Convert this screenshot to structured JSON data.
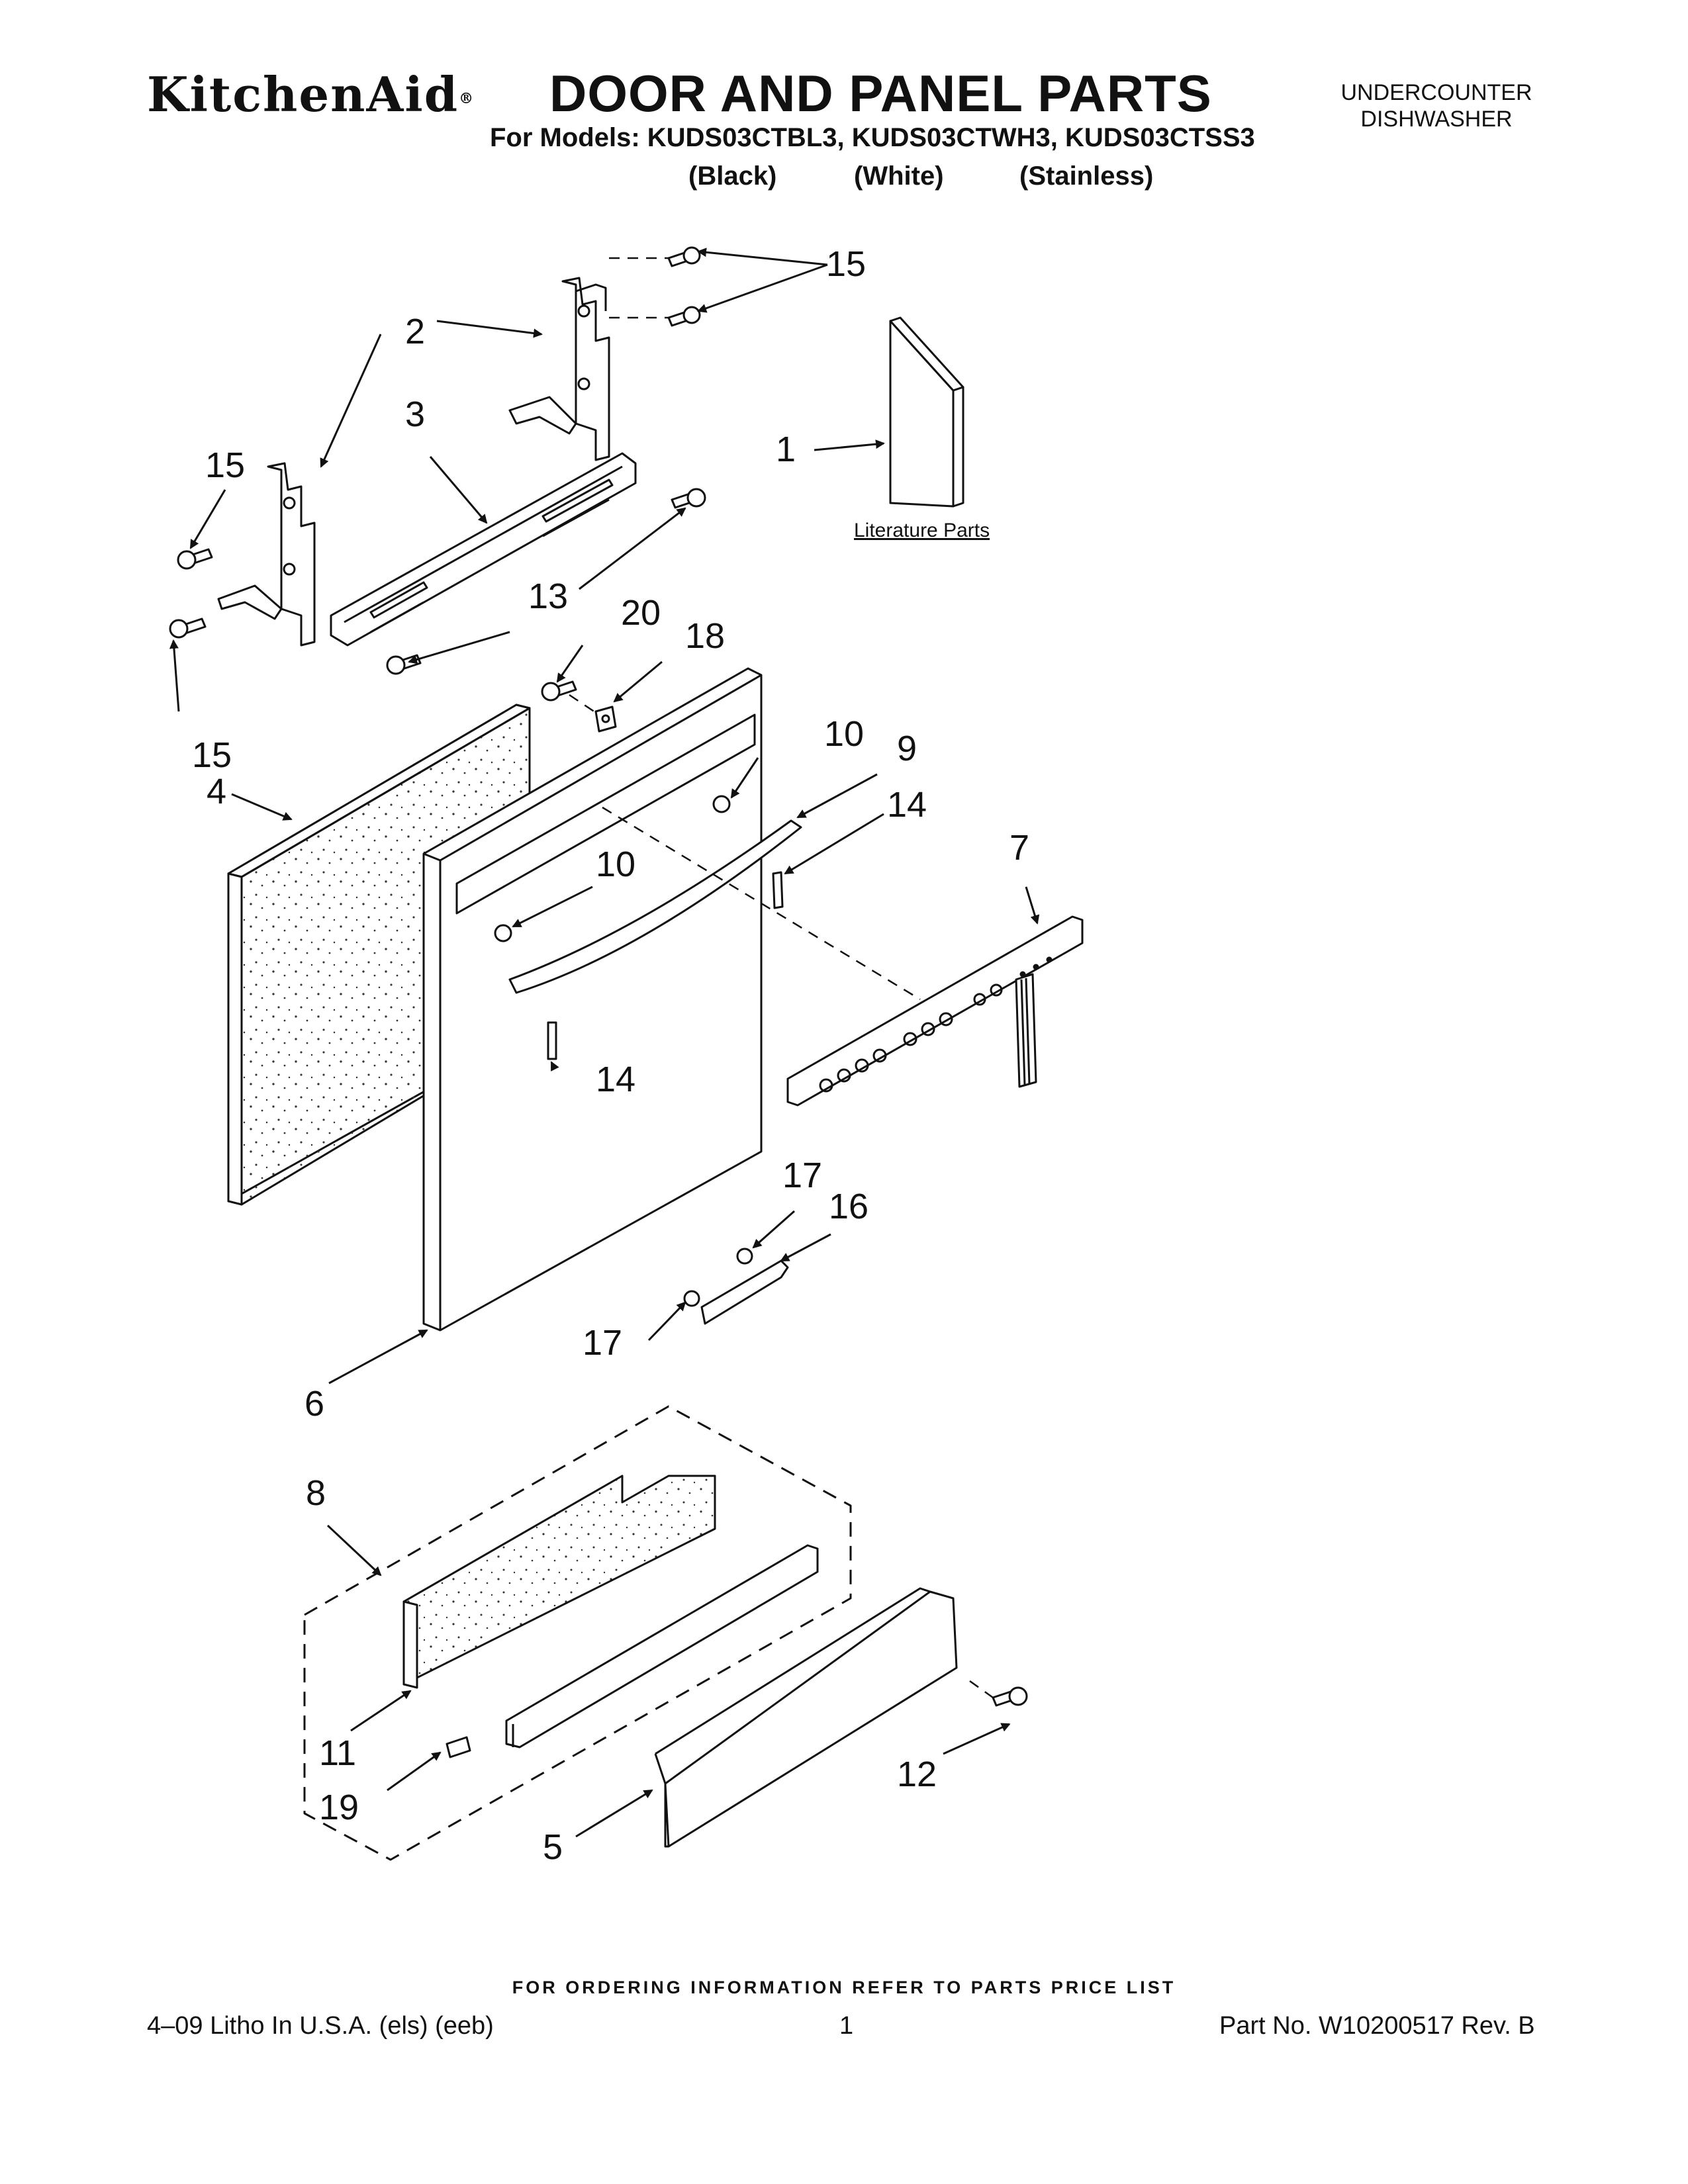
{
  "header": {
    "brand": "KitchenAid",
    "brand_mark": "®",
    "title": "DOOR AND PANEL PARTS",
    "models_line": "For Models: KUDS03CTBL3, KUDS03CTWH3, KUDS03CTSS3",
    "colors": [
      "(Black)",
      "(White)",
      "(Stainless)"
    ],
    "category_line1": "UNDERCOUNTER",
    "category_line2": "DISHWASHER"
  },
  "literature_label": "Literature Parts",
  "callouts": [
    "15",
    "2",
    "3",
    "1",
    "15",
    "13",
    "20",
    "18",
    "15",
    "4",
    "10",
    "9",
    "14",
    "7",
    "10",
    "14",
    "17",
    "16",
    "17",
    "6",
    "8",
    "11",
    "19",
    "12",
    "5"
  ],
  "footer": {
    "ordering_note": "FOR ORDERING INFORMATION REFER TO PARTS PRICE LIST",
    "litho": "4–09 Litho In U.S.A. (els) (eeb)",
    "page_number": "1",
    "part_number": "Part No. W10200517 Rev. B"
  }
}
